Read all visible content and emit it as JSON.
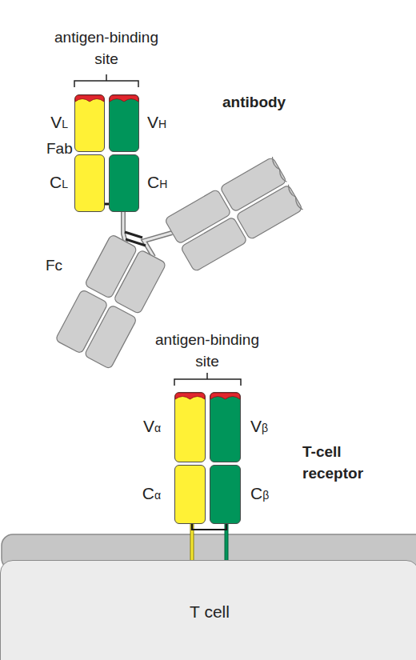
{
  "diagram": {
    "nodes": [
      {
        "text": [
          "VL"
        ]
      },
      {
        "text": [
          "VH"
        ]
      },
      {
        "text": [
          "CL"
        ]
      },
      {
        "text": [
          "CH"
        ]
      },
      {
        "text": [
          "Vα"
        ]
      },
      {
        "text": [
          "Vβ"
        ]
      },
      {
        "text": [
          "Cα"
        ]
      },
      {
        "text": [
          "Cβ"
        ]
      },
      {
        "text": [
          "T cell"
        ]
      }
    ],
    "edges": [
      {
        "from": 2,
        "to": 3,
        "arrow": "none"
      },
      {
        "from": 6,
        "to": 7,
        "arrow": "none"
      }
    ],
    "labels": [
      "antigen-binding site",
      "Fab",
      "antibody",
      "Fc",
      "antigen-binding site",
      "T-cell receptor"
    ]
  }
}
